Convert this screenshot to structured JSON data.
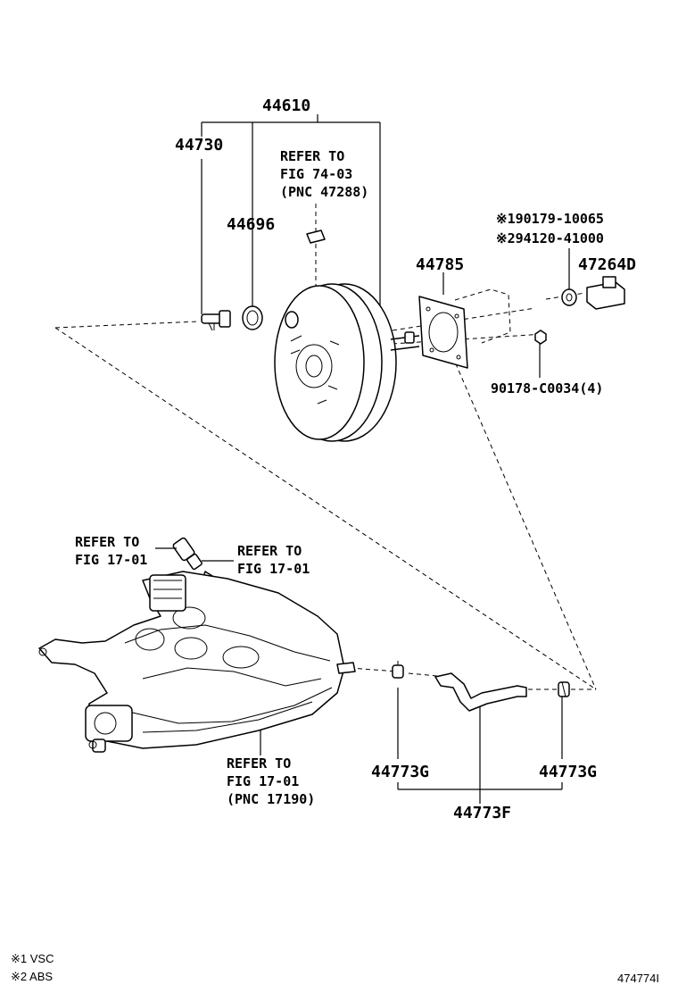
{
  "labels": {
    "booster_assy": "44610",
    "check_valve": "44730",
    "grommet": "44696",
    "gasket": "44785",
    "vacuum_switch": "47264D",
    "clamp_left": "44773G",
    "clamp_right": "44773G",
    "vacuum_hose": "44773F"
  },
  "refs": {
    "fig74": [
      "REFER TO",
      "FIG 74-03",
      "(PNC 47288)"
    ],
    "fig17_left": [
      "REFER TO",
      "FIG 17-01"
    ],
    "fig17_right": [
      "REFER TO",
      "FIG 17-01"
    ],
    "fig17_manifold": [
      "REFER TO",
      "FIG 17-01",
      "(PNC 17190)"
    ]
  },
  "variant_parts": {
    "line1": "※190179-10065",
    "line2": "※294120-41000"
  },
  "nut_label": "90178-C0034(4)",
  "footnotes": {
    "note1": "※1 VSC",
    "note2": "※2 ABS"
  },
  "figure_id": "474774I"
}
